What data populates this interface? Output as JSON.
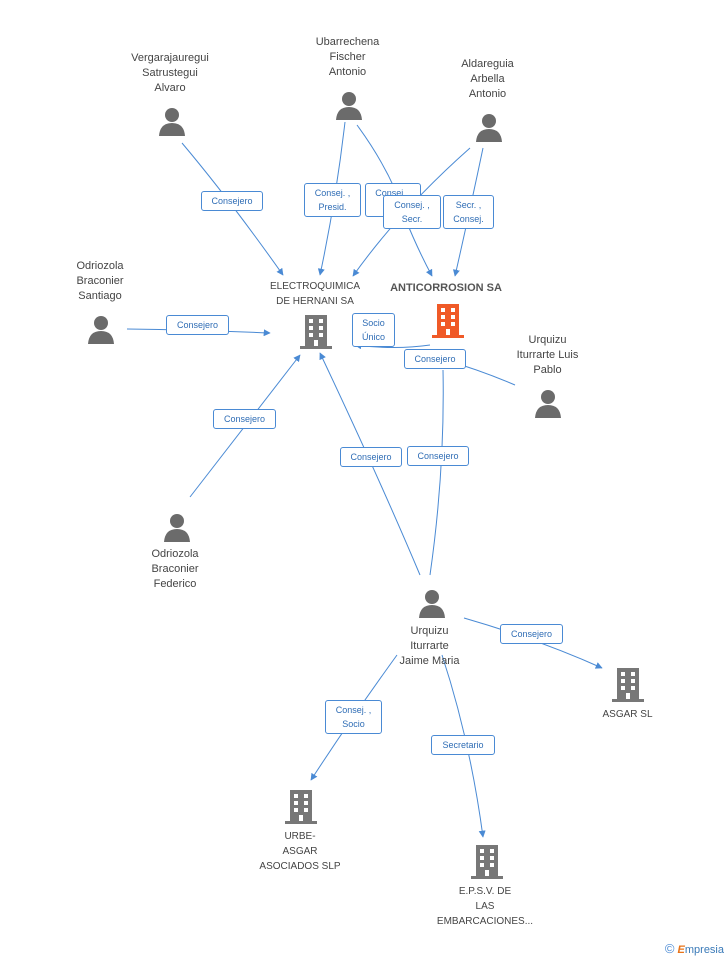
{
  "people": {
    "vergara": "Vergarajauregui\nSatrustegui\nAlvaro",
    "ubarrechena": "Ubarrechena\nFischer\nAntonio",
    "aldareguia": "Aldareguia\nArbella\nAntonio",
    "odriozola_santiago": "Odriozola\nBraconier\nSantiago",
    "urquizu_luis": "Urquizu\nIturrarte Luis\nPablo",
    "odriozola_federico": "Odriozola\nBraconier\nFederico",
    "urquizu_jaime": "Urquizu\nIturrarte\nJaime Maria"
  },
  "companies": {
    "electroquimica": "ELECTROQUIMICA\nDE HERNANI SA",
    "anticorrosion": "ANTICORROSION SA",
    "asgar": "ASGAR SL",
    "urbe": "URBE-\nASGAR\nASOCIADOS  SLP",
    "epsv": "E.P.S.V. DE\nLAS\nEMBARCACIONES..."
  },
  "edges": {
    "vergara_consejero": "Consejero",
    "ubarr_consej_presid": "Consej. ,\nPresid.",
    "ubarr_consej_p": "Consej. ,\nP...",
    "alda_consej_secr": "Consej. ,\nSecr.",
    "alda_secr_consej": "Secr. ,\nConsej.",
    "santiago_consejero": "Consejero",
    "socio_unico": "Socio\nÚnico",
    "luis_consejero": "Consejero",
    "federico_consejero": "Consejero",
    "jaime_consejero_electro": "Consejero",
    "jaime_consejero_anti": "Consejero",
    "jaime_consejero_asgar": "Consejero",
    "jaime_consej_socio": "Consej. ,\nSocio",
    "jaime_secretario": "Secretario"
  },
  "footer": {
    "copyright": "©",
    "brand_first": "E",
    "brand_rest": "mpresia"
  },
  "colors": {
    "edge": "#4a8ad4",
    "person": "#6b6b6b",
    "company": "#777777",
    "focus": "#f05a28"
  }
}
